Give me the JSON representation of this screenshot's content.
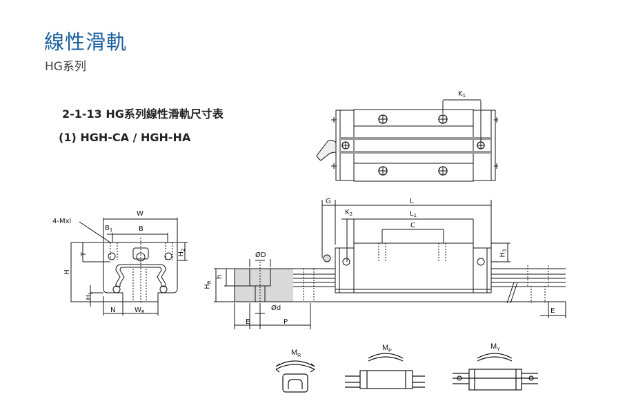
{
  "header": {
    "title": "線性滑軌",
    "subtitle": "HG系列"
  },
  "section": {
    "heading": "2-1-13 HG系列線性滑軌尺寸表",
    "subheading": "(1) HGH-CA / HGH-HA"
  },
  "dimensions": {
    "K1": {
      "main": "K",
      "sub": "1"
    },
    "W": {
      "main": "W"
    },
    "Mxl": {
      "main": "4-Mxl"
    },
    "B1": {
      "main": "B",
      "sub": "1"
    },
    "B": {
      "main": "B"
    },
    "T": {
      "main": "T"
    },
    "H2": {
      "main": "H",
      "sub": "2"
    },
    "H": {
      "main": "H"
    },
    "H1": {
      "main": "H",
      "sub": "1"
    },
    "N": {
      "main": "N"
    },
    "WR": {
      "main": "W",
      "sub": "R"
    },
    "D": {
      "main": "ØD"
    },
    "h": {
      "main": "h"
    },
    "HR": {
      "main": "H",
      "sub": "R"
    },
    "d": {
      "main": "Ød"
    },
    "E": {
      "main": "E"
    },
    "P": {
      "main": "P"
    },
    "G": {
      "main": "G"
    },
    "L": {
      "main": "L"
    },
    "K2": {
      "main": "K",
      "sub": "2"
    },
    "L1": {
      "main": "L",
      "sub": "1"
    },
    "C": {
      "main": "C"
    },
    "H3": {
      "main": "H",
      "sub": "3"
    },
    "E2": {
      "main": "E"
    }
  },
  "moments": [
    {
      "main": "M",
      "sub": "R"
    },
    {
      "main": "M",
      "sub": "P"
    },
    {
      "main": "M",
      "sub": "Y"
    }
  ],
  "colors": {
    "title": "#1a5f9e",
    "section_fill": "#d9d9d9"
  }
}
